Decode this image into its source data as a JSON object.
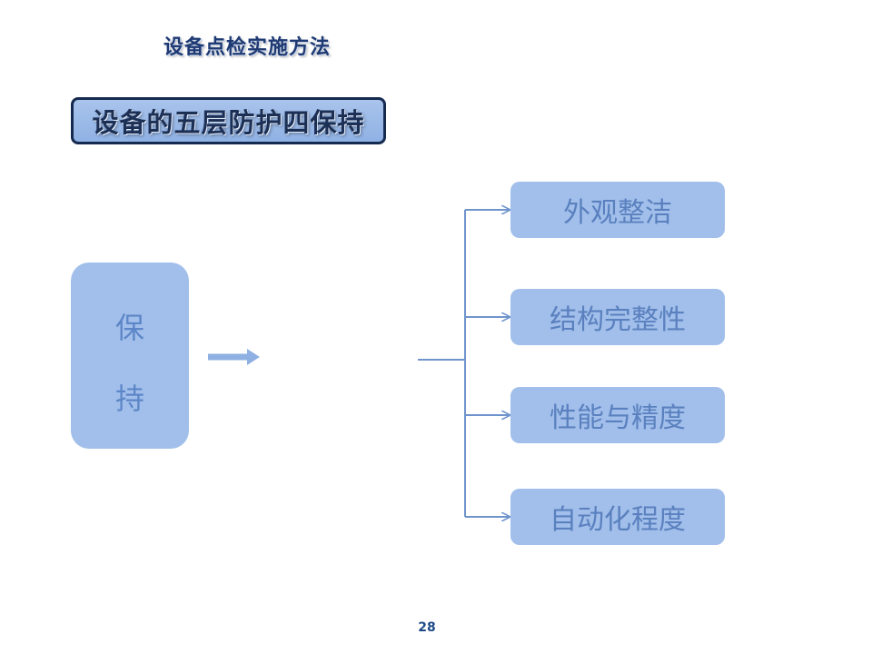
{
  "header": {
    "title": "设备点检实施方法"
  },
  "banner": {
    "title": "设备的五层防护四保持"
  },
  "diagram": {
    "source": {
      "char_1": "保",
      "char_2": "持"
    },
    "targets": [
      {
        "label": "外观整洁"
      },
      {
        "label": "结构完整性"
      },
      {
        "label": "性能与精度"
      },
      {
        "label": "自动化程度"
      }
    ]
  },
  "footer": {
    "page_number": "28"
  },
  "colors": {
    "box_fill": "#a1bfea",
    "box_text": "#5a80bf",
    "connector": "#6f94cc",
    "banner_border": "#152a4f",
    "title_text": "#1f3a73"
  }
}
